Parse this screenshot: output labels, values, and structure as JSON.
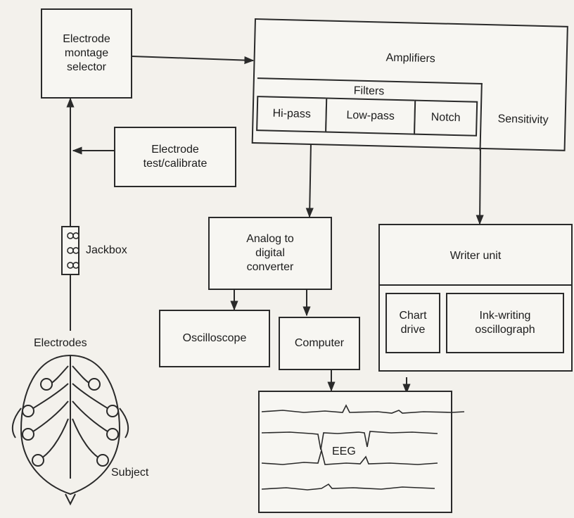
{
  "boxes": {
    "montage": "Electrode\nmontage\nselector",
    "test": "Electrode\ntest/calibrate",
    "amplifiers": "Amplifiers",
    "filters": "Filters",
    "hipass": "Hi-pass",
    "lowpass": "Low-pass",
    "notch": "Notch",
    "sensitivity": "Sensitivity",
    "adc": "Analog to\ndigital\nconverter",
    "writer": "Writer unit",
    "chart_drive": "Chart\ndrive",
    "ink": "Ink-writing\noscillograph",
    "oscilloscope": "Oscilloscope",
    "computer": "Computer"
  },
  "labels": {
    "jackbox": "Jackbox",
    "electrodes": "Electrodes",
    "subject": "Subject",
    "eeg": "EEG"
  }
}
